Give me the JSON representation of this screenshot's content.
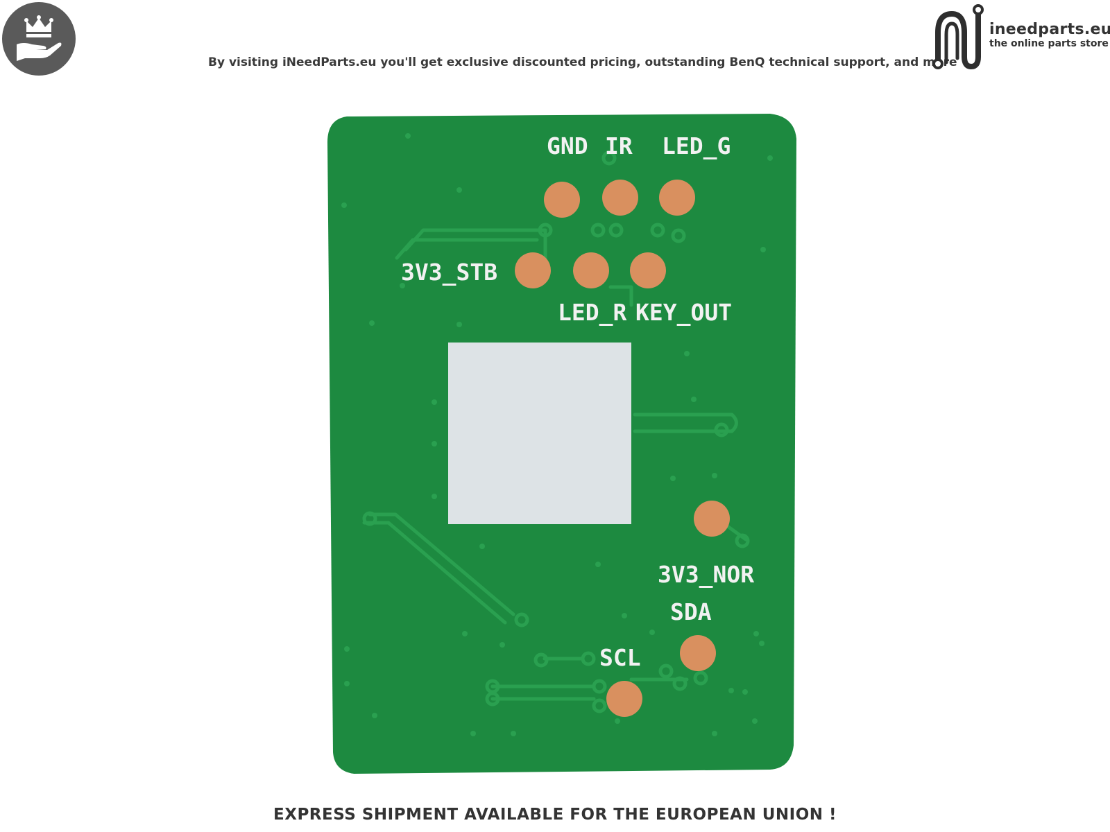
{
  "header": {
    "badge_icon": "crown-hand-icon",
    "tagline": "By visiting iNeedParts.eu you'll get exclusive discounted pricing, outstanding BenQ technical support, and more",
    "logo": {
      "icon": "circuit-n-logo-icon",
      "name": "ineedparts.eu",
      "subtitle": "the online parts store"
    }
  },
  "board": {
    "board_color": "#1d8a40",
    "pad_color": "#d9905f",
    "chip_color": "#dde3e6",
    "labels": {
      "gnd": "GND",
      "ir": "IR",
      "led_g": "LED_G",
      "v3_stb": "3V3_STB",
      "led_r": "LED_R",
      "key_out": "KEY_OUT",
      "v3_nor": "3V3_NOR",
      "sda": "SDA",
      "scl": "SCL"
    }
  },
  "footer": {
    "text": "EXPRESS SHIPMENT AVAILABLE FOR THE EUROPEAN UNION !"
  }
}
